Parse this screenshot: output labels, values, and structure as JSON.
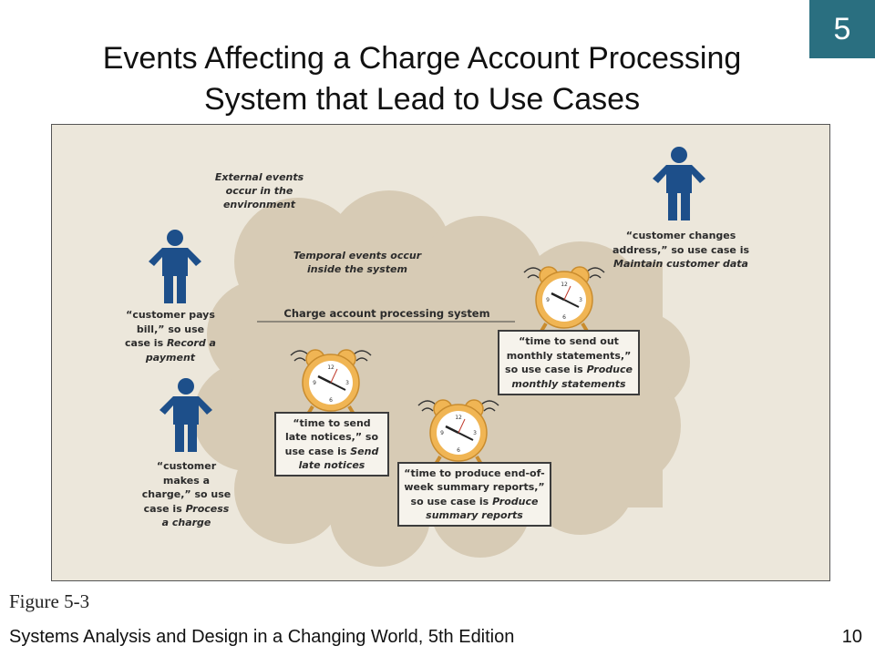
{
  "slide": {
    "chapter_number": "5",
    "title_line1": "Events Affecting a Charge Account Processing",
    "title_line2": "System that Lead to Use Cases",
    "figure_label": "Figure 5-3",
    "footer": "Systems Analysis and Design in a Changing World, 5th Edition",
    "page_number": "10"
  },
  "diagram": {
    "external_note": [
      "External events",
      "occur in the",
      "environment"
    ],
    "temporal_note": [
      "Temporal events occur",
      "inside the system"
    ],
    "system_label": "Charge account processing system",
    "customer_pays": {
      "line1": "“customer pays",
      "line2": "bill,” so use",
      "line3_prefix": "case is ",
      "line3_italic": "Record a",
      "line4_italic": "payment"
    },
    "customer_charge": {
      "line1": "“customer",
      "line2": "makes a",
      "line3": "charge,” so use",
      "line4_prefix": "case is ",
      "line4_italic": "Process",
      "line5_italic": "a charge"
    },
    "customer_address": {
      "line1": "“customer changes",
      "line2": "address,” so use case is",
      "line3_italic": "Maintain customer data"
    },
    "late_notices": {
      "line1": "“time to send",
      "line2": "late notices,” so",
      "line3_prefix": "use case is ",
      "line3_italic": "Send",
      "line4_italic": "late notices"
    },
    "summary_reports": {
      "line1": "“time to produce end-of-",
      "line2": "week summary reports,”",
      "line3_prefix": "so use case is ",
      "line3_italic": "Produce",
      "line4_italic": "summary reports"
    },
    "monthly_statements": {
      "line1": "“time to send out",
      "line2": "monthly statements,”",
      "line3_prefix": "so use case is ",
      "line3_italic": "Produce",
      "line4_italic": "monthly statements"
    },
    "clock_numerals": [
      "12",
      "3",
      "6",
      "9"
    ],
    "colors": {
      "person": "#1d4f8a",
      "cloud": "#d7cbb5",
      "clock_gold": "#f0b554",
      "clock_face": "#ffffff",
      "panel": "#ece7db"
    }
  }
}
